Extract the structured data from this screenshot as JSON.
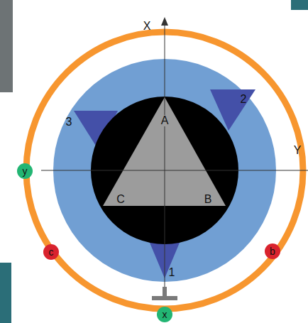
{
  "diagram": {
    "nodes": [
      {
        "text": [
          "y"
        ]
      },
      {
        "text": [
          "c"
        ]
      },
      {
        "text": [
          "b"
        ]
      },
      {
        "text": [
          "x"
        ]
      }
    ],
    "labels": [
      "X",
      "3",
      "A",
      "2",
      "Y",
      "C",
      "B",
      "1"
    ]
  }
}
